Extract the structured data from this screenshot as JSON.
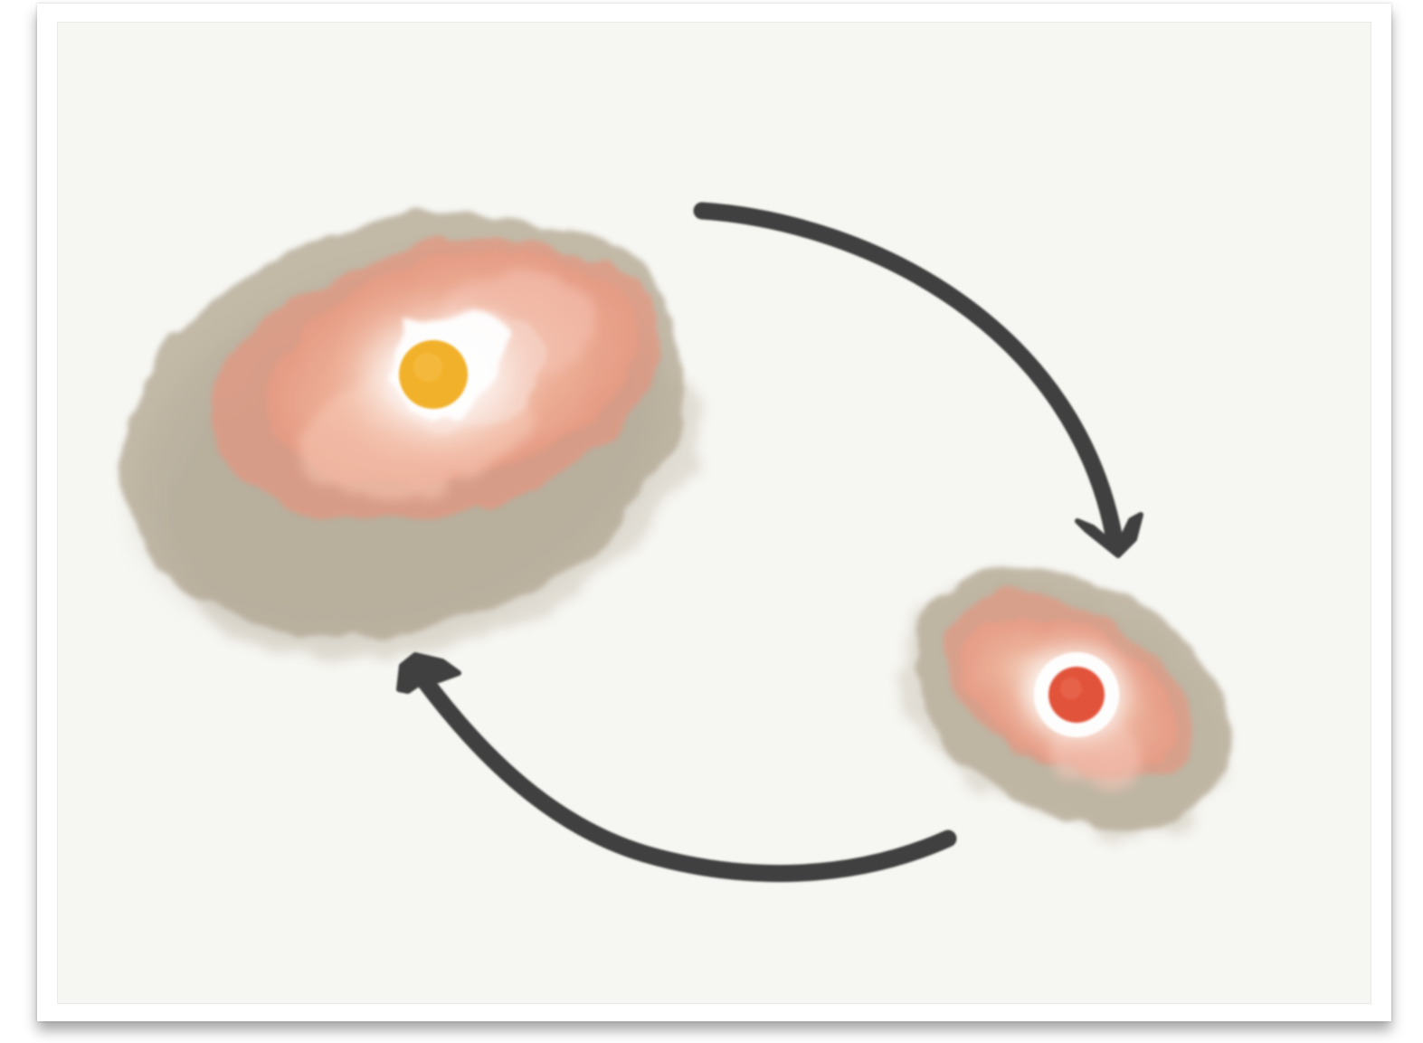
{
  "colors": {
    "background": "#f6f6f2",
    "frame": "#ffffff",
    "halo_outer": "#b9af9b",
    "halo_inner": "#e9937b",
    "glow_core": "#ffffff",
    "large_star": "#f2b12a",
    "small_star": "#e2533a",
    "arrow": "#3f3f3f"
  },
  "diagram": {
    "nodes": [
      {
        "id": "large-galaxy",
        "star_color": "#f2b12a"
      },
      {
        "id": "small-galaxy",
        "star_color": "#e2533a"
      }
    ],
    "edges": [
      {
        "from": "large-galaxy",
        "to": "small-galaxy"
      },
      {
        "from": "small-galaxy",
        "to": "large-galaxy"
      }
    ]
  }
}
